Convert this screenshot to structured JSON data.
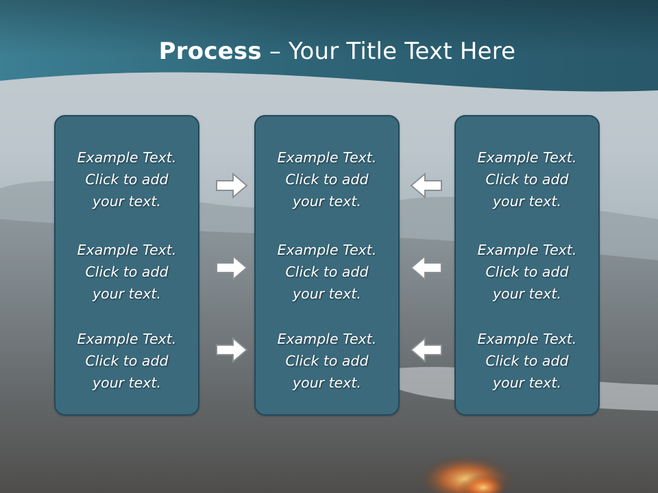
{
  "title": {
    "bold": "Process",
    "separator": " – ",
    "rest": "Your Title Text Here"
  },
  "columns": [
    {
      "items": [
        {
          "line1": "Example Text.",
          "line2": "Click  to add",
          "line3": "your text."
        },
        {
          "line1": "Example Text.",
          "line2": "Click  to add",
          "line3": "your text."
        },
        {
          "line1": "Example Text.",
          "line2": "Click  to add",
          "line3": "your text."
        }
      ]
    },
    {
      "items": [
        {
          "line1": "Example Text.",
          "line2": "Click  to add",
          "line3": "your text."
        },
        {
          "line1": "Example Text.",
          "line2": "Click  to add",
          "line3": "your text."
        },
        {
          "line1": "Example Text.",
          "line2": "Click  to add",
          "line3": "your text."
        }
      ]
    },
    {
      "items": [
        {
          "line1": "Example Text.",
          "line2": "Click  to add",
          "line3": "your text."
        },
        {
          "line1": "Example Text.",
          "line2": "Click  to add",
          "line3": "your text."
        },
        {
          "line1": "Example Text.",
          "line2": "Click  to add",
          "line3": "your text."
        }
      ]
    }
  ],
  "arrows": {
    "left_group": {
      "direction": "right",
      "icon": "arrow-right-icon"
    },
    "right_group": {
      "direction": "left",
      "icon": "arrow-left-icon"
    }
  },
  "colors": {
    "box_fill": "#3b6a7c",
    "box_border": "#23495a",
    "band": "#2c6274",
    "arrow_fill": "#ffffff",
    "arrow_stroke": "#8a8f92"
  }
}
